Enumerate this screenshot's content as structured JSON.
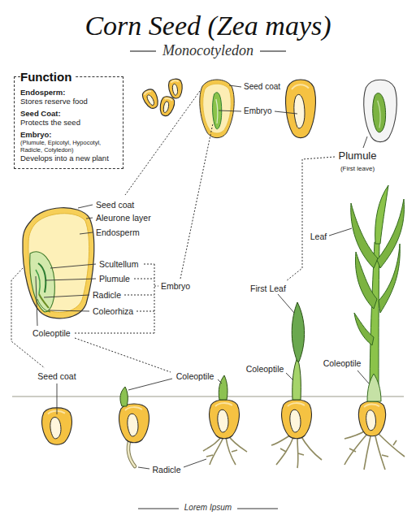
{
  "diagram": {
    "title": "Corn Seed (Zea mays)",
    "caption": "Lorem Ipsum",
    "nodes": [
      {
        "text": [
          "Function",
          "Endosperm:",
          "Stores reserve food",
          "Seed Coat:",
          "Protects the seed",
          "Embryo:",
          "(Plumule, Epicotyl, Hypocotyl, Radicle, Cotyledon)",
          "Develops into a new plant"
        ]
      }
    ],
    "labels": [
      "Monocotyledon",
      "Seed coat",
      "Embryo",
      "Plumule",
      "(First leave)",
      "Seed coat",
      "Aleurone layer",
      "Endosperm",
      "Scultellum",
      "Plumule",
      "Radicle",
      "Coleorhiza",
      "Coleoptile",
      "Embryo",
      "Leaf",
      "First Leaf",
      "Seed coat",
      "Coleoptile",
      "Coleoptile",
      "Coleoptile",
      "Radicle"
    ]
  }
}
